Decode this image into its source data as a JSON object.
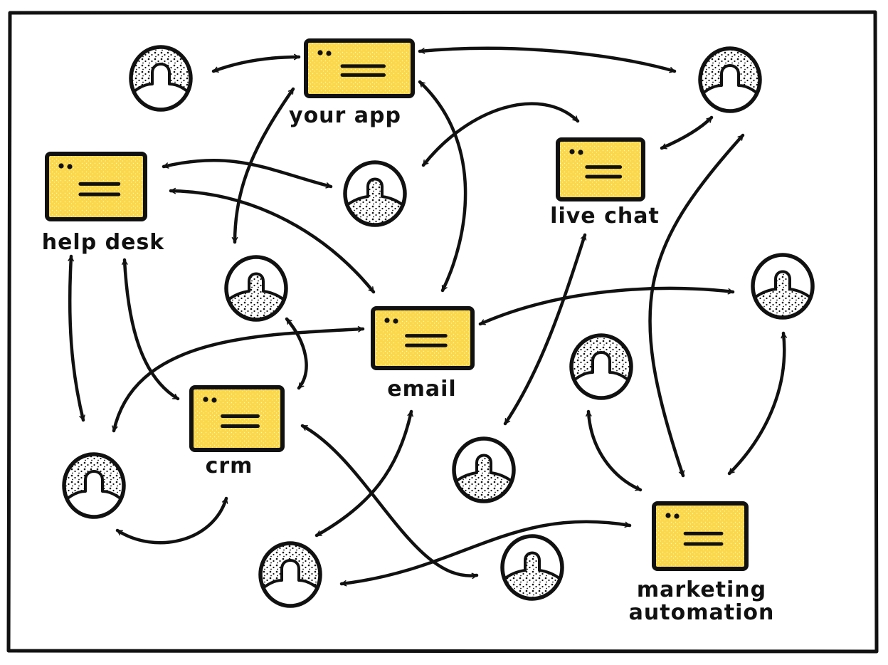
{
  "diagram": {
    "title": "",
    "colors": {
      "ink": "#111111",
      "app_fill": "#fbd84a",
      "background": "#ffffff"
    },
    "apps": [
      {
        "id": "your_app",
        "label": [
          "your app"
        ]
      },
      {
        "id": "help_desk",
        "label": [
          "help desk"
        ]
      },
      {
        "id": "live_chat",
        "label": [
          "live chat"
        ]
      },
      {
        "id": "email",
        "label": [
          "email"
        ]
      },
      {
        "id": "crm",
        "label": [
          "crm"
        ]
      },
      {
        "id": "marketing_automation",
        "label": [
          "marketing",
          "automation"
        ]
      }
    ],
    "people": [
      {
        "id": "p1",
        "style": "stippled-background"
      },
      {
        "id": "p2",
        "style": "stippled-background"
      },
      {
        "id": "p3",
        "style": "stippled-body"
      },
      {
        "id": "p4",
        "style": "stippled-body"
      },
      {
        "id": "p5",
        "style": "stippled-body"
      },
      {
        "id": "p6",
        "style": "stippled-background"
      },
      {
        "id": "p7",
        "style": "stippled-background"
      },
      {
        "id": "p8",
        "style": "stippled-body"
      },
      {
        "id": "p9",
        "style": "stippled-background"
      },
      {
        "id": "p10",
        "style": "stippled-body"
      }
    ],
    "connections": [
      {
        "from": "p1",
        "to": "your_app",
        "bidirectional": true
      },
      {
        "from": "your_app",
        "to": "p2",
        "bidirectional": true
      },
      {
        "from": "your_app",
        "to": "p4",
        "bidirectional": true
      },
      {
        "from": "your_app",
        "to": "email",
        "bidirectional": true
      },
      {
        "from": "p3",
        "to": "live_chat",
        "bidirectional": true
      },
      {
        "from": "live_chat",
        "to": "p2",
        "bidirectional": true
      },
      {
        "from": "help_desk",
        "to": "p3",
        "bidirectional": true
      },
      {
        "from": "help_desk",
        "to": "email",
        "bidirectional": true
      },
      {
        "from": "help_desk",
        "to": "p7",
        "bidirectional": true
      },
      {
        "from": "help_desk",
        "to": "crm",
        "bidirectional": true
      },
      {
        "from": "p4",
        "to": "crm",
        "bidirectional": true
      },
      {
        "from": "email",
        "to": "p7",
        "bidirectional": true
      },
      {
        "from": "email",
        "to": "p5",
        "bidirectional": true
      },
      {
        "from": "email",
        "to": "p9",
        "bidirectional": true
      },
      {
        "from": "live_chat",
        "to": "p8",
        "bidirectional": true
      },
      {
        "from": "p2",
        "to": "marketing_automation",
        "bidirectional": true
      },
      {
        "from": "p5",
        "to": "marketing_automation",
        "bidirectional": true
      },
      {
        "from": "p6",
        "to": "marketing_automation",
        "bidirectional": true
      },
      {
        "from": "p7",
        "to": "crm",
        "bidirectional": true
      },
      {
        "from": "crm",
        "to": "p10",
        "bidirectional": true
      },
      {
        "from": "p9",
        "to": "marketing_automation",
        "bidirectional": true
      }
    ]
  }
}
